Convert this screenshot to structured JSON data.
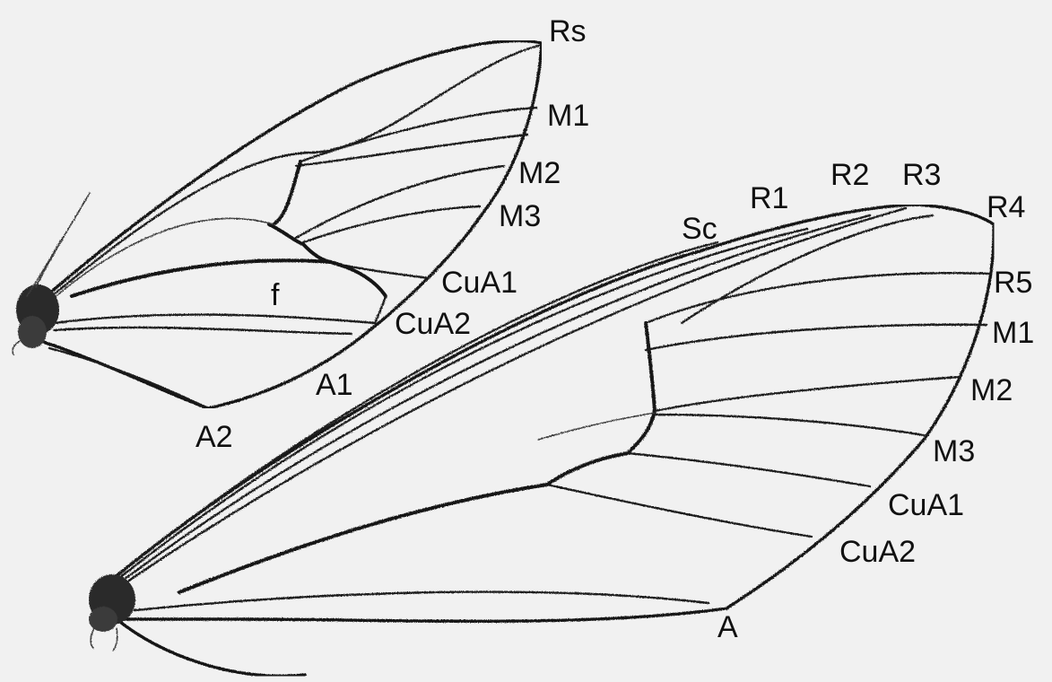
{
  "forewing": {
    "labels": {
      "rs": "Rs",
      "m1": "M1",
      "m2": "M2",
      "m3": "M3",
      "cua1": "CuA1",
      "cua2": "CuA2",
      "f": "f",
      "a1": "A1",
      "a2": "A2"
    }
  },
  "hindwing": {
    "labels": {
      "sc": "Sc",
      "r1": "R1",
      "r2": "R2",
      "r3": "R3",
      "r4": "R4",
      "r5": "R5",
      "m1": "M1",
      "m2": "M2",
      "m3": "M3",
      "cua1": "CuA1",
      "cua2": "CuA2",
      "a": "A"
    }
  }
}
